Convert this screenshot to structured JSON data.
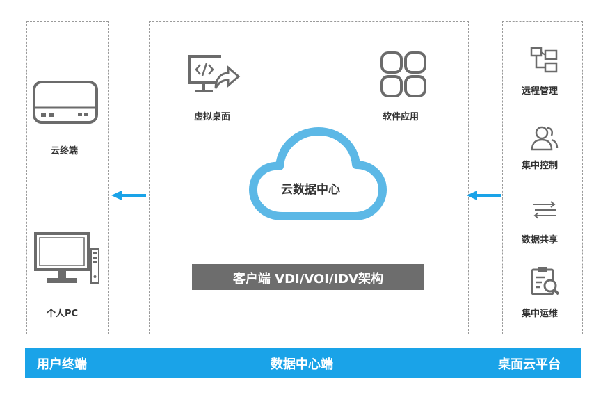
{
  "left_panel": {
    "cloud_terminal_label": "云终端",
    "personal_pc_label": "个人PC"
  },
  "center_panel": {
    "virtual_desktop_label": "虚拟桌面",
    "software_app_label": "软件应用",
    "cloud_dc_label": "云数据中心",
    "architecture_label": "客户端  VDI/VOI/IDV架构"
  },
  "right_panel": {
    "remote_mgmt_label": "远程管理",
    "central_control_label": "集中控制",
    "data_sharing_label": "数据共享",
    "central_ops_label": "集中运维"
  },
  "bottom_bar": {
    "user_terminal": "用户终端",
    "data_center": "数据中心端",
    "desktop_cloud": "桌面云平台"
  },
  "colors": {
    "accent_blue": "#1aa3e8",
    "arch_bar_gray": "#6d6d6d",
    "icon_gray": "#6b6b6b"
  }
}
